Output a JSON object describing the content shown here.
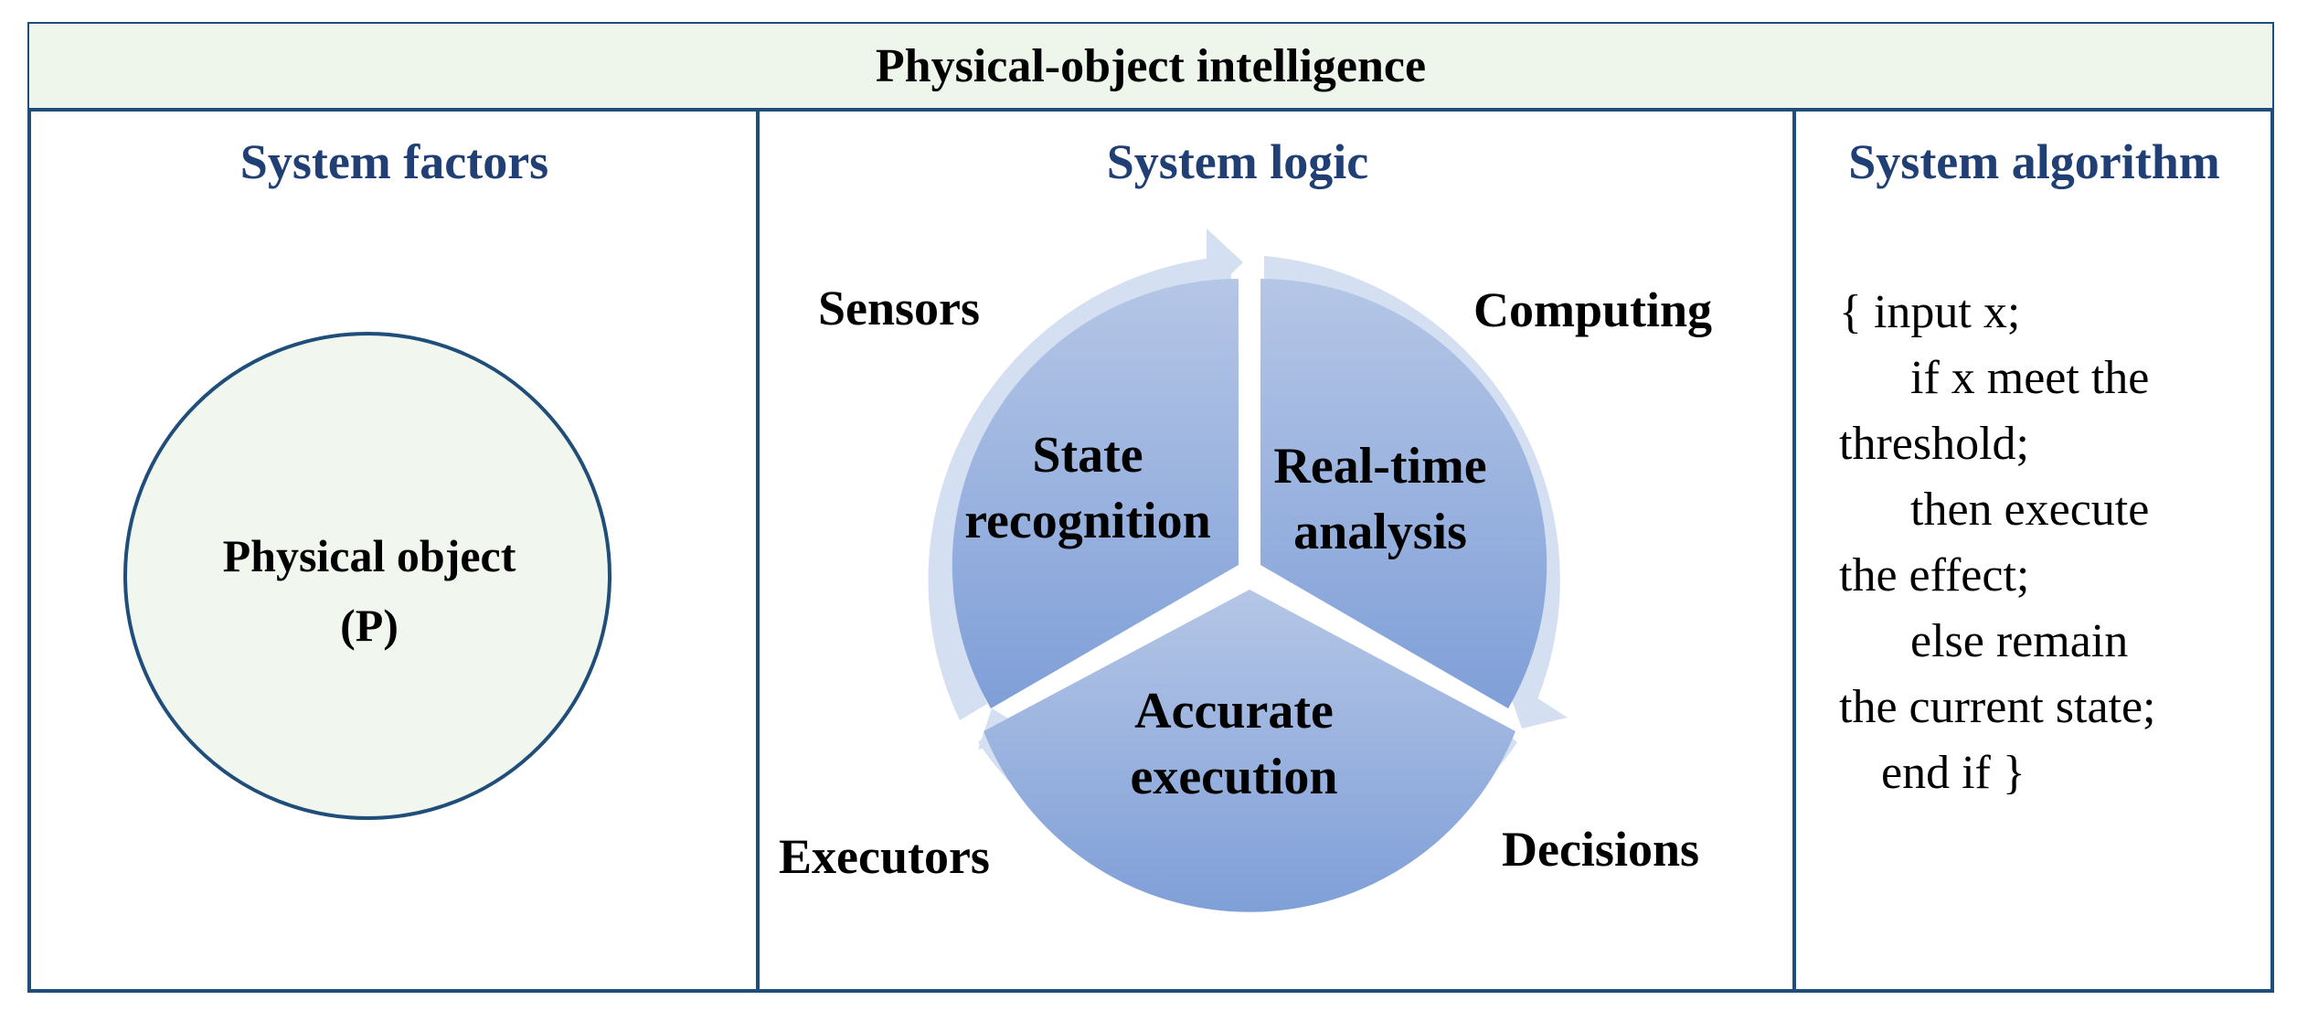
{
  "title": "Physical-object intelligence",
  "columns": {
    "factors": {
      "heading": "System factors",
      "object_label": "Physical object",
      "object_symbol": "(P)"
    },
    "logic": {
      "heading": "System logic",
      "outer_labels": {
        "sensors": "Sensors",
        "computing": "Computing",
        "executors": "Executors",
        "decisions": "Decisions"
      },
      "segments": {
        "state_recognition": [
          "State",
          "recognition"
        ],
        "real_time_analysis": [
          "Real-time",
          "analysis"
        ],
        "accurate_execution": [
          "Accurate",
          "execution"
        ]
      }
    },
    "algorithm": {
      "heading": "System algorithm",
      "lines": [
        "{ input x;",
        "if  x meet the",
        "threshold;",
        "then execute",
        "the effect;",
        "else remain",
        "the current state;",
        "end if }"
      ]
    }
  },
  "colors": {
    "border": "#1f4e7a",
    "title_bg": "#eef5eb",
    "heading": "#1f3f75",
    "circle_fill": "#f1f7ef",
    "segment_fill": "#8ea9dc",
    "ring_fill": "#d5dff2"
  }
}
